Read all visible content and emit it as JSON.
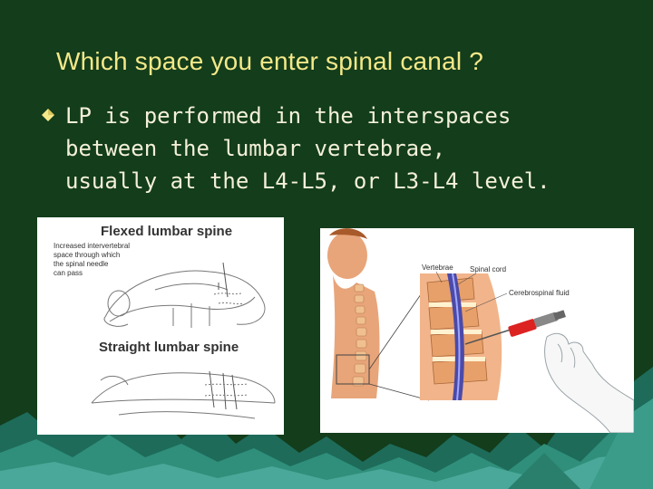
{
  "slide": {
    "title": "Which space you enter spinal canal ?",
    "bullet_text": "LP is performed in the interspaces\nbetween the lumbar vertebrae,\nusually at the L4-L5, or L3-L4 level.",
    "bullet_icon": "diamond-bullet-icon"
  },
  "left_figure": {
    "heading_top": "Flexed lumbar spine",
    "annotation_lines": [
      "Increased intervertebral",
      "space through which",
      "the spinal needle",
      "can pass"
    ],
    "heading_bottom": "Straight lumbar spine"
  },
  "right_figure": {
    "label_vertebrae": "Vertebrae",
    "label_spinal_cord": "Spinal cord",
    "label_csf": "Cerebrospinal fluid"
  },
  "colors": {
    "background": "#133d1b",
    "title": "#f4e889",
    "body_text": "#f4f0d8",
    "bullet": "#f4e889",
    "spine_bone": "#e8a06a",
    "spinal_canal": "#4c4aa8",
    "skin": "#e8a57a"
  }
}
